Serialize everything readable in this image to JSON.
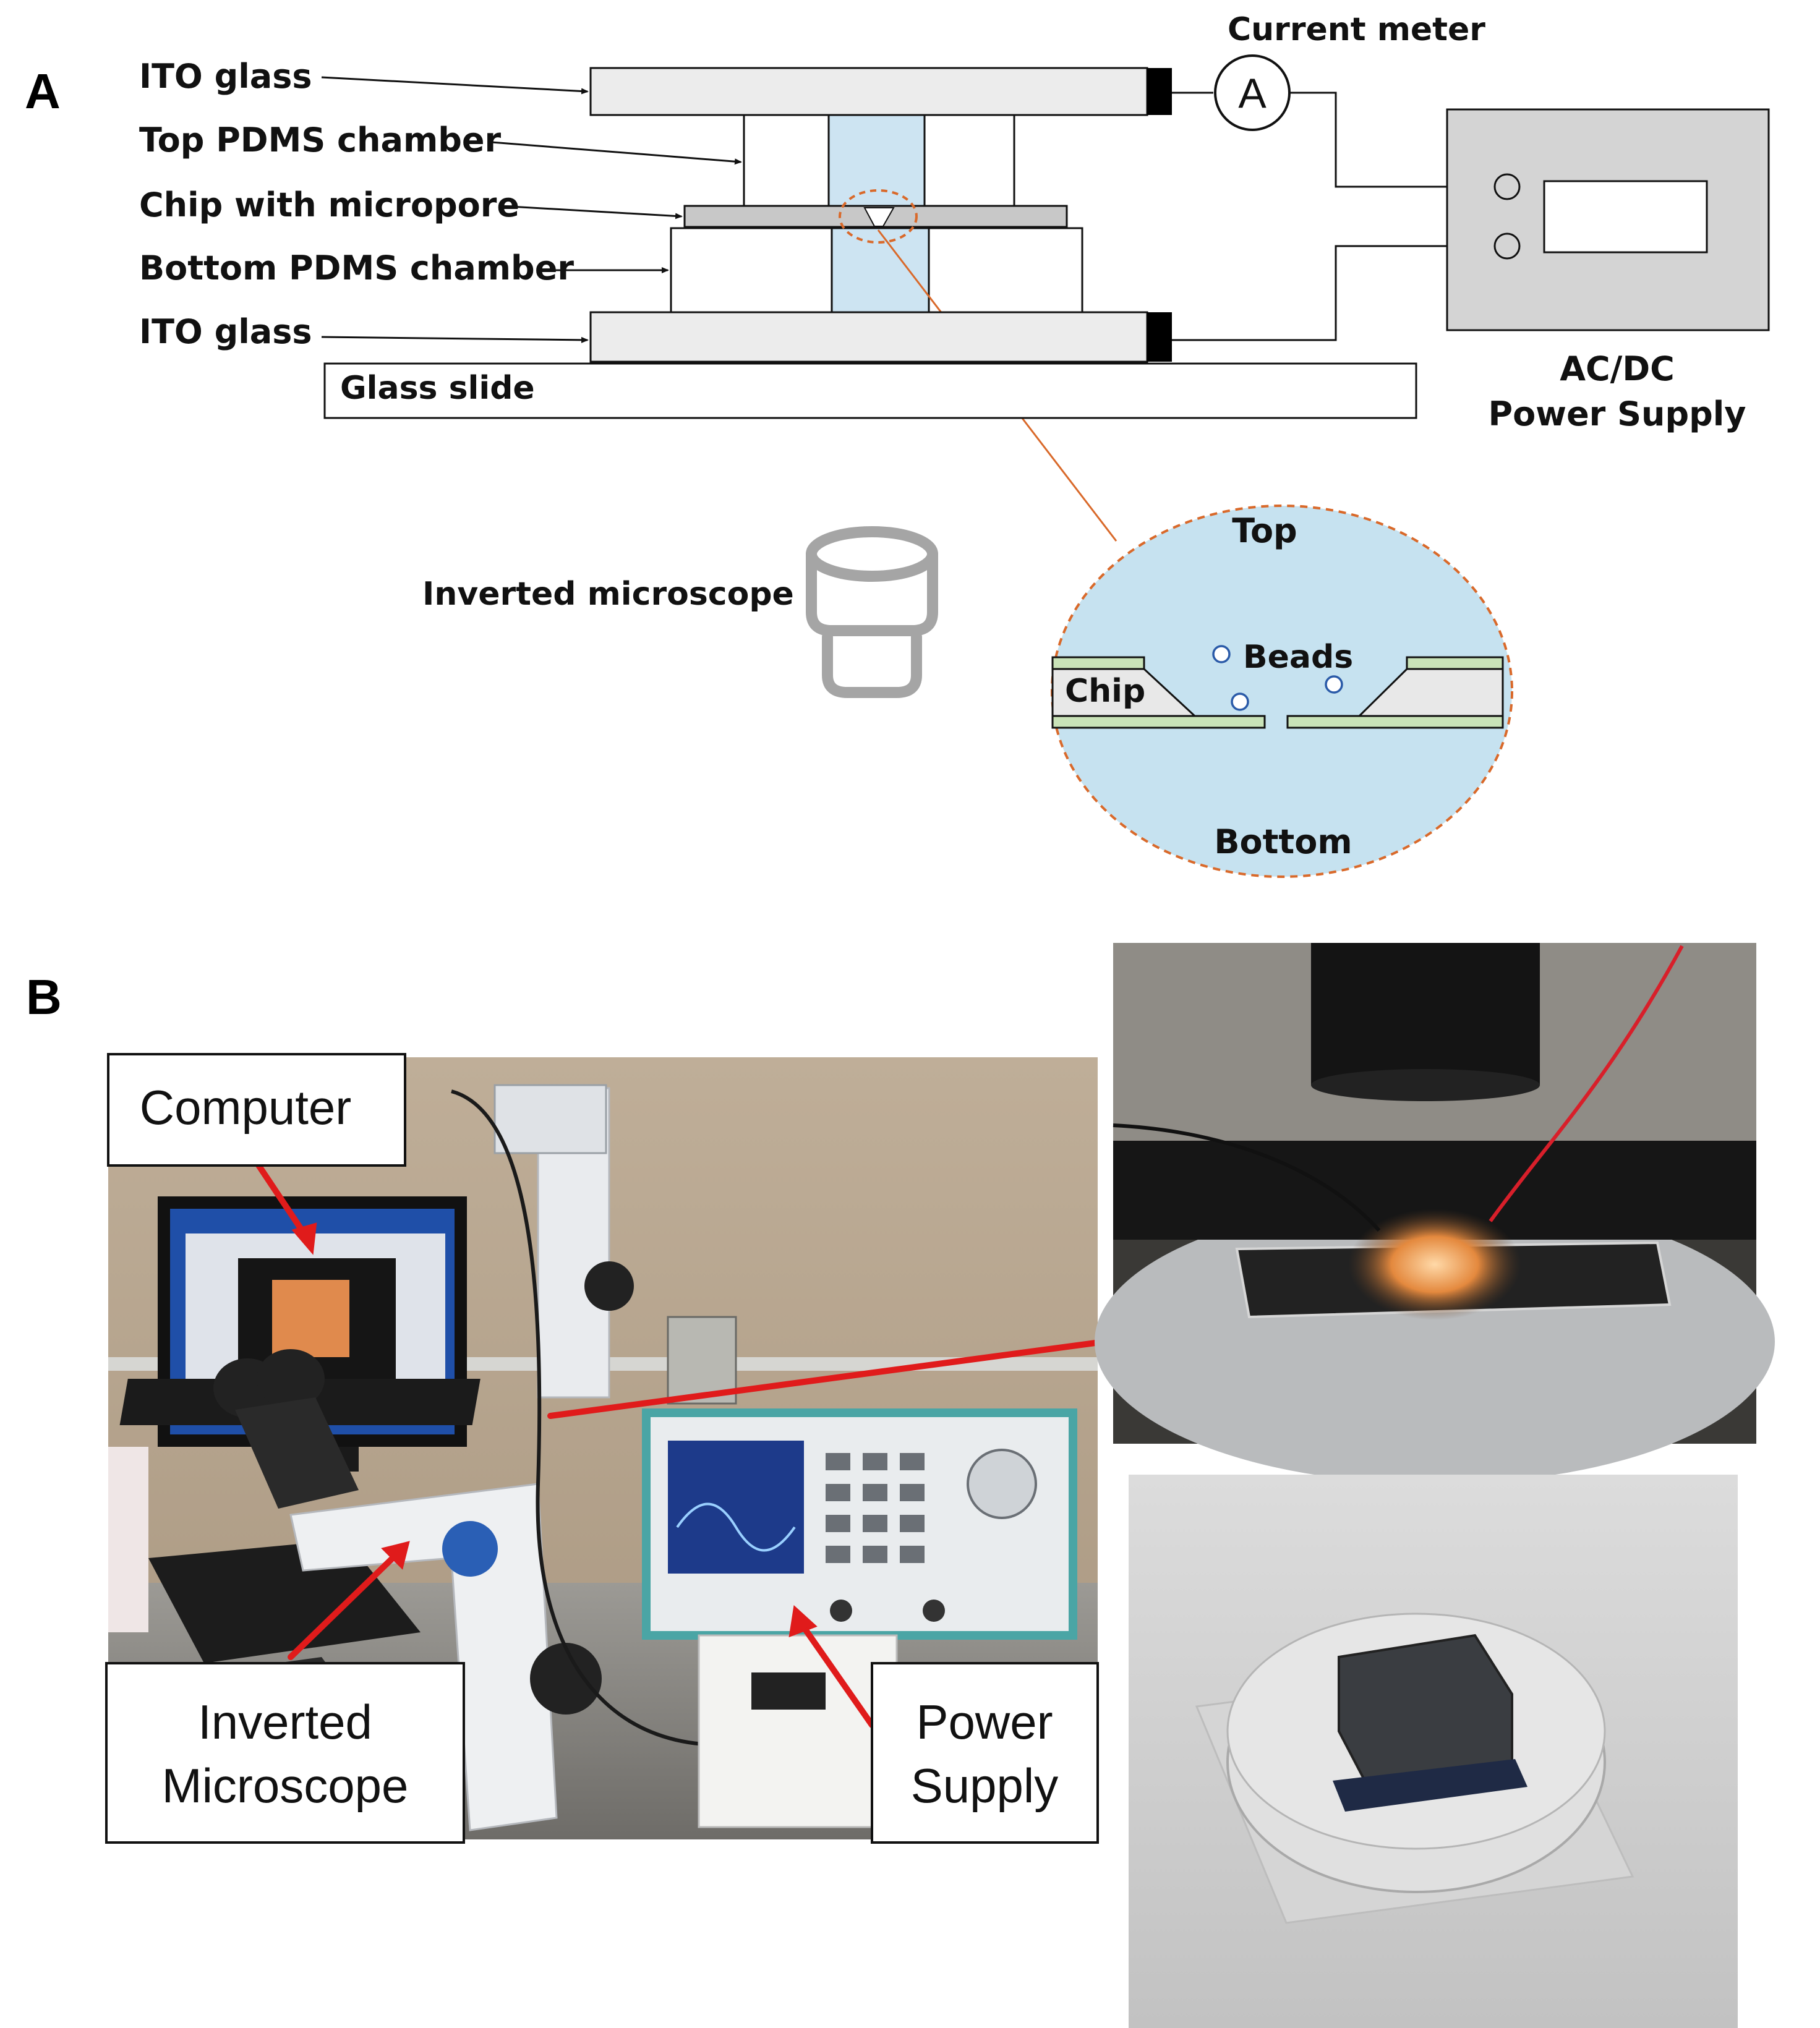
{
  "panel_a": {
    "letter": "A",
    "labels": {
      "ito_top": "ITO glass",
      "top_pdms": "Top PDMS chamber",
      "chip_micropore": "Chip with micropore",
      "bottom_pdms": "Bottom PDMS chamber",
      "ito_bottom": "ITO glass",
      "glass_slide": "Glass slide",
      "current_meter": "Current meter",
      "ammeter_symbol": "A",
      "power_supply_line1": "AC/DC",
      "power_supply_line2": "Power Supply",
      "inverted_microscope": "Inverted microscope"
    },
    "inset": {
      "top": "Top",
      "bottom": "Bottom",
      "chip": "Chip",
      "beads": "Beads"
    },
    "colors": {
      "chamber_fluid": "#cde4f2",
      "inset_fill": "#c6e2f0",
      "chip_gray": "#c8c8c8",
      "membrane_green": "#c9e3b8",
      "power_box": "#d4d4d4",
      "dash_orange": "#d9692a",
      "microscope_gray": "#a5a5a5",
      "bead_blue": "#2a5aa8"
    },
    "icons": [
      "ammeter-icon",
      "microscope-objective-icon",
      "bead-icon"
    ]
  },
  "panel_b": {
    "letter": "B",
    "callouts": {
      "computer": "Computer",
      "inverted_microscope_line1": "Inverted",
      "inverted_microscope_line2": "Microscope",
      "power_supply_line1": "Power",
      "power_supply_line2": "Supply"
    },
    "colors": {
      "arrow_red": "#e01b1b",
      "wall": "#c4b199",
      "monitor_screen": "#1f4fa8",
      "sample_orange": "#e08a4d"
    }
  }
}
